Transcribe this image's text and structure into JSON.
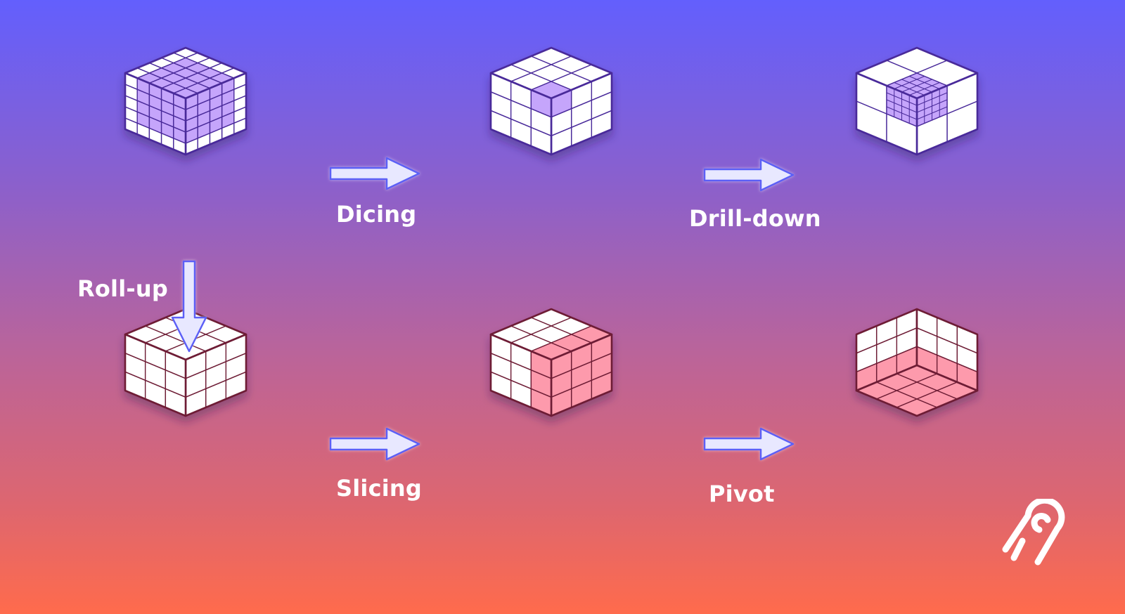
{
  "labels": {
    "dicing": "Dicing",
    "drill_down": "Drill-down",
    "roll_up": "Roll-up",
    "slicing": "Slicing",
    "pivot": "Pivot"
  },
  "colors": {
    "background_top": "#635ffd",
    "background_bottom": "#ff6b4c",
    "cube_face": "#ffffff",
    "highlight_purple": "#c5a5fb",
    "highlight_pink": "#fd9aac",
    "outline_purple": "#4a2b9a",
    "outline_maroon": "#6e1f36",
    "arrow_fill": "#e8e8ff",
    "arrow_stroke": "#5b5ff6"
  },
  "logo": {
    "icon": "airbyte-logo-icon"
  }
}
